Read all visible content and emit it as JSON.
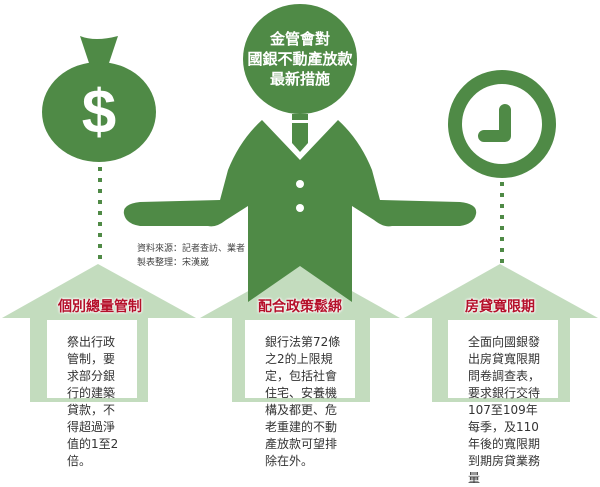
{
  "colors": {
    "figure_green": "#4f8a46",
    "house_green": "#c3dcbe",
    "label_red": "#b5102a",
    "dot_green": "#4f8a46"
  },
  "title": {
    "lines": [
      "金管會對",
      "國銀不動產放款",
      "最新措施"
    ]
  },
  "icons": {
    "left": "money-bag-dollar-icon",
    "right": "clock-icon",
    "center": "businessman-shrugging-figure"
  },
  "credit": {
    "line1": "資料來源：記者查訪、業者",
    "line2": "製表整理：宋漢崴"
  },
  "houses": [
    {
      "label": "個別總量管制",
      "text": "祭出行政管制，要求部分銀行的建築貸款，不得超過淨值的1至2倍。"
    },
    {
      "label": "配合政策鬆綁",
      "text": "銀行法第72條之2的上限規定，包括社會住宅、安養機構及都更、危老重建的不動產放款可望排除在外。"
    },
    {
      "label": "房貸寬限期",
      "text": "全面向國銀發出房貸寬限期問卷調查表，要求銀行交待107至109年每季，及110年後的寬限期到期房貸業務量"
    }
  ]
}
